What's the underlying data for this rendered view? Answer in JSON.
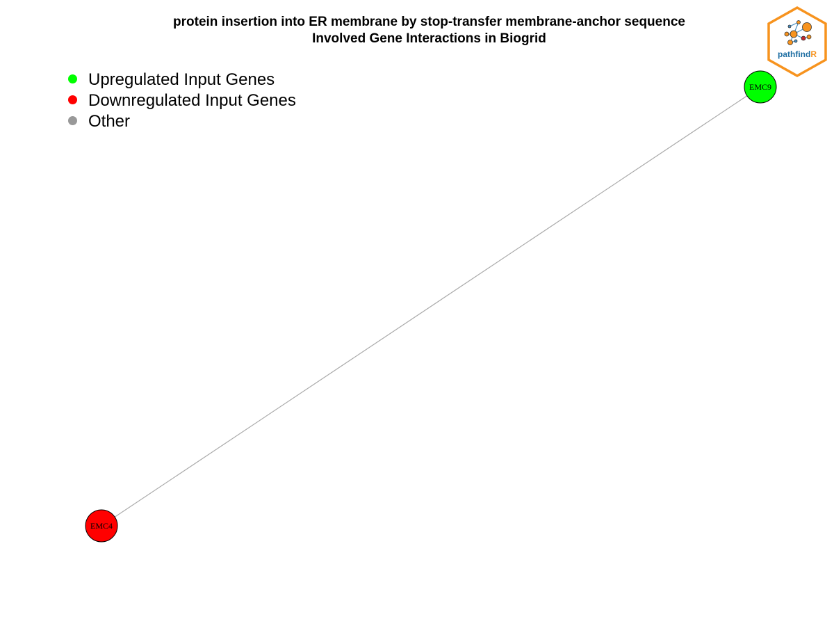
{
  "title": {
    "line1": "protein insertion into ER membrane by stop-transfer membrane-anchor sequence",
    "line2": "Involved Gene Interactions in Biogrid"
  },
  "legend": [
    {
      "label": "Upregulated Input Genes",
      "color": "#00ff00"
    },
    {
      "label": "Downregulated Input Genes",
      "color": "#ff0000"
    },
    {
      "label": "Other",
      "color": "#999999"
    }
  ],
  "network": {
    "nodes": [
      {
        "id": "EMC9",
        "label": "EMC9",
        "regulation": "up",
        "color": "#00ff00"
      },
      {
        "id": "EMC4",
        "label": "EMC4",
        "regulation": "down",
        "color": "#ff0000"
      }
    ],
    "edges": [
      {
        "source": "EMC9",
        "target": "EMC4",
        "color": "#aaaaaa"
      }
    ]
  },
  "logo": {
    "text_main": "pathfind",
    "text_accent": "R",
    "border_color": "#f7931e",
    "text_color": "#1f6fa3",
    "accent_color": "#f7931e"
  }
}
